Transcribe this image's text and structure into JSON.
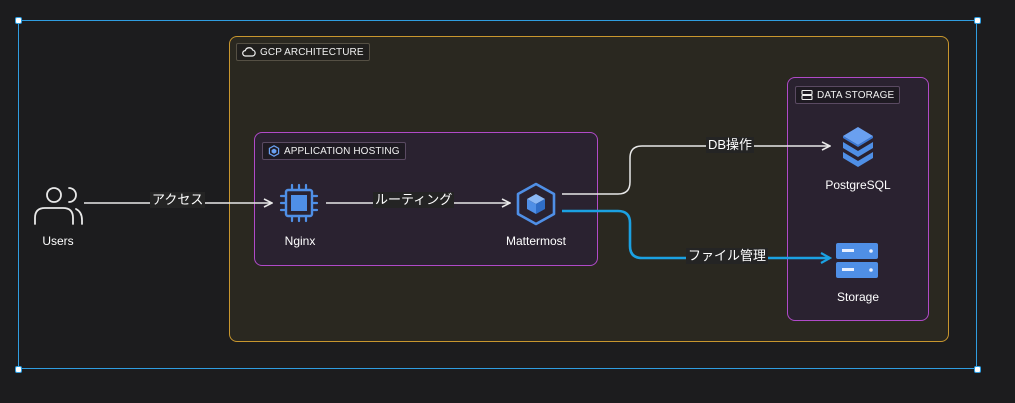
{
  "groups": {
    "gcp": {
      "label": "GCP ARCHITECTURE",
      "icon": "cloud-icon"
    },
    "app_hosting": {
      "label": "APPLICATION HOSTING",
      "icon": "hexagon-icon"
    },
    "data_storage": {
      "label": "DATA STORAGE",
      "icon": "server-icon"
    }
  },
  "nodes": {
    "users": {
      "label": "Users",
      "icon": "users-icon"
    },
    "nginx": {
      "label": "Nginx",
      "icon": "cpu-chip-icon"
    },
    "mattermost": {
      "label": "Mattermost",
      "icon": "cube-icon"
    },
    "postgresql": {
      "label": "PostgreSQL",
      "icon": "database-stack-icon"
    },
    "storage": {
      "label": "Storage",
      "icon": "storage-icon"
    }
  },
  "edges": {
    "access": {
      "label": "アクセス"
    },
    "routing": {
      "label": "ルーティング"
    },
    "db_ops": {
      "label": "DB操作"
    },
    "file_mgmt": {
      "label": "ファイル管理"
    }
  },
  "colors": {
    "background": "#1c1c1e",
    "selection": "#2f9de0",
    "gcp_border": "#c8962e",
    "group_border": "#b04ac8",
    "icon_blue": "#4f8fe6",
    "highlight_edge": "#1ba1e2",
    "edge": "#e8e8e8"
  }
}
